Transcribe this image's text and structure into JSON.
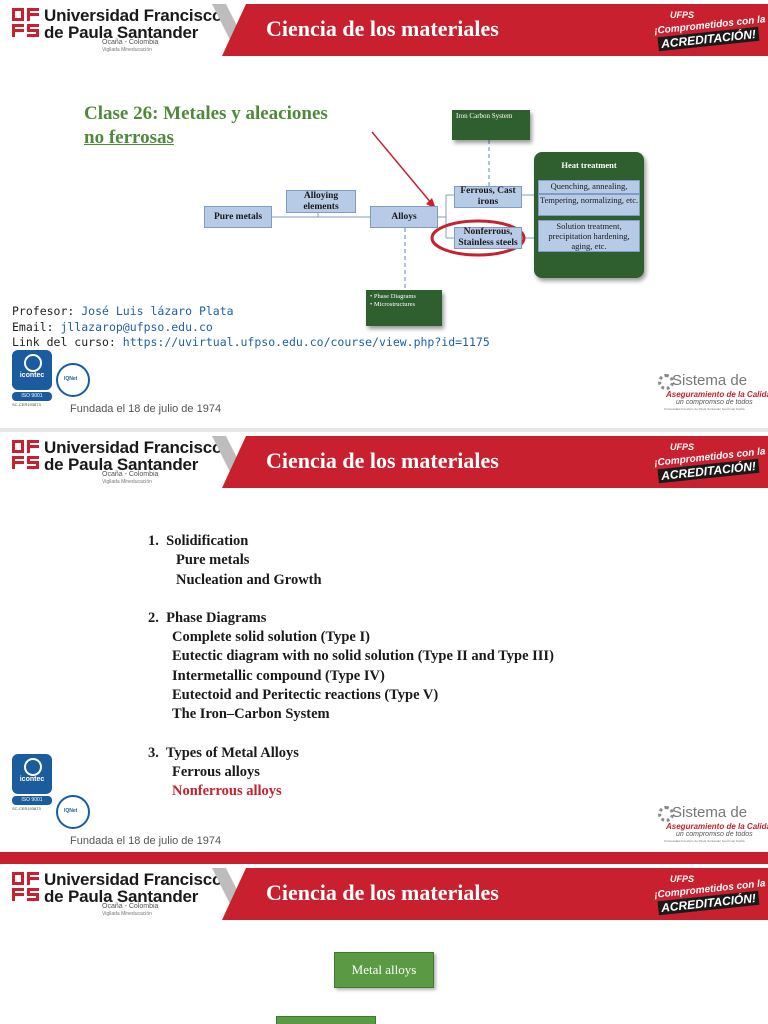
{
  "header": {
    "university_line1": "Universidad Francisco",
    "university_line2": "de Paula Santander",
    "location": "Ocaña - Colombia",
    "vigilada": "Vigilada Mineducación",
    "course_title": "Ciencia de los materiales",
    "badge_top": "UFPS",
    "badge_mid": "¡Comprometidos con la",
    "badge_bottom": "ACREDITACIÓN!"
  },
  "footer": {
    "cert_name": "icontec",
    "cert_iso": "ISO 9001",
    "cert_code": "SC-CER193873",
    "founded": "Fundada el 18 de julio de 1974",
    "sistema_title": "Sistema de",
    "sistema_sub": "Aseguramiento de la Calidad",
    "sistema_tag": "un compromiso de todos",
    "sistema_small": "Universidad Francisco de Paula Santander Seccional Ocaña"
  },
  "slide1": {
    "title_line1": "Clase 26: Metales y aleaciones",
    "title_line2": "no ferrosas",
    "diagram": {
      "pure_metals": "Pure metals",
      "alloying_elements": "Alloying elements",
      "alloys": "Alloys",
      "ferrous": "Ferrous, Cast irons",
      "nonferrous": "Nonferrous, Stainless steels",
      "iron_carbon": "Iron Carbon System",
      "heat_treatment": "Heat treatment",
      "ht_item1": "Quenching, annealing,",
      "ht_item2": "Tempering, normalizing, etc.",
      "ht_item3": "Solution treatment, precipitation hardening, aging, etc.",
      "phase_item1": "Phase Diagrams",
      "phase_item2": "Microstructures"
    },
    "professor_label": "Profesor:",
    "professor_value": "José Luis lázaro Plata",
    "email_label": "Email:",
    "email_value": "jllazarop@ufpso.edu.co",
    "link_label": "Link del curso:",
    "link_value": "https://uvirtual.ufpso.edu.co/course/view.php?id=1175"
  },
  "slide2": {
    "items": [
      {
        "num": "1.",
        "title": "Solidification",
        "subs": [
          "Pure metals",
          "Nucleation and Growth"
        ]
      },
      {
        "num": "2.",
        "title": "Phase Diagrams",
        "subs": [
          "Complete solid solution (Type I)",
          "Eutectic diagram with no solid solution (Type II and Type III)",
          "Intermetallic compound (Type IV)",
          "Eutectoid and Peritectic reactions (Type V)",
          "The Iron–Carbon System"
        ]
      },
      {
        "num": "3.",
        "title": "Types of Metal Alloys",
        "subs": [
          "Ferrous alloys",
          "Nonferrous alloys"
        ]
      }
    ]
  },
  "slide3": {
    "root": "Metal alloys"
  },
  "colors": {
    "brand_red": "#c8202f",
    "title_green": "#4e8a3a",
    "box_blue": "#b7cbe7",
    "dark_green": "#2f5f2f"
  }
}
